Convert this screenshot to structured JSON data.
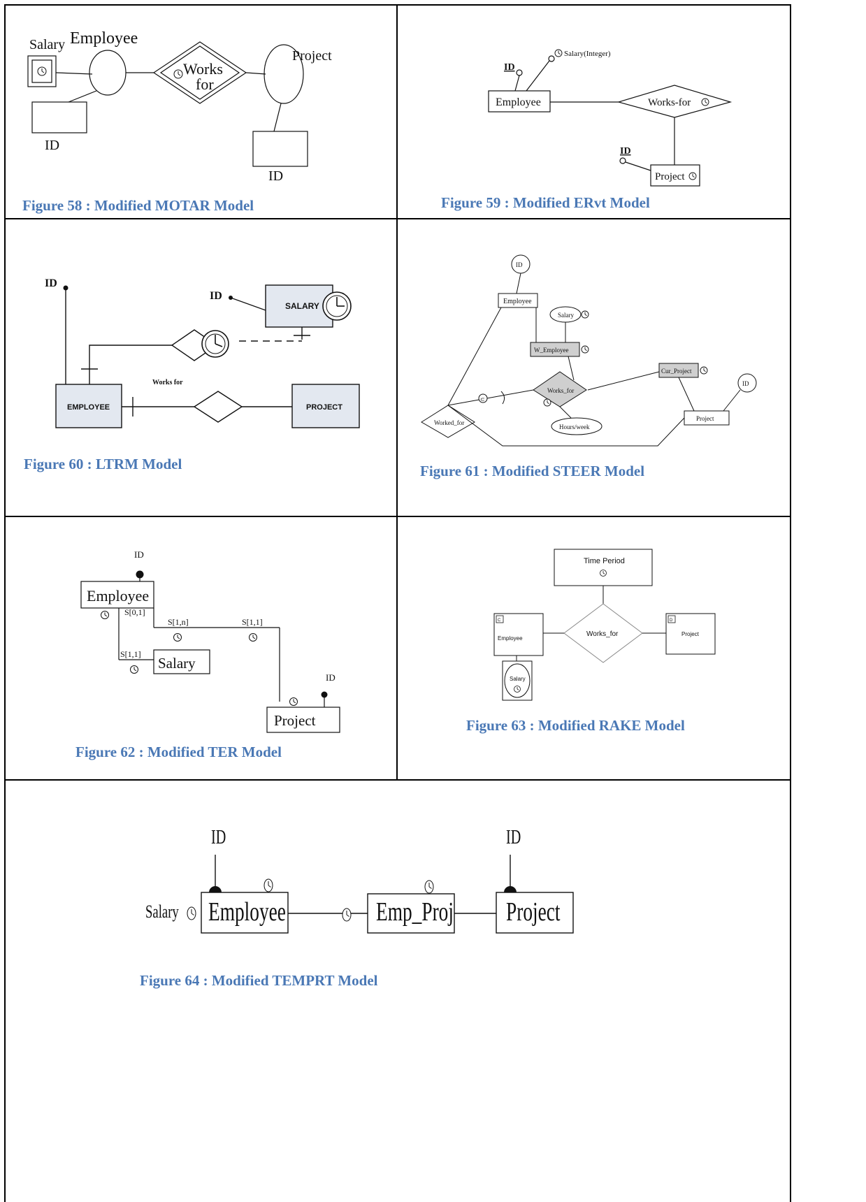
{
  "fig58": {
    "caption": "Figure 58 : Modified MOTAR Model",
    "salary": "Salary",
    "employee": "Employee",
    "works": "Works",
    "for": "for",
    "project": "Project",
    "id_left": "ID",
    "id_right": "ID"
  },
  "fig59": {
    "caption": "Figure 59 : Modified ERvt Model",
    "id_top": "ID",
    "salary": "Salary(Integer)",
    "employee": "Employee",
    "works_for": "Works-for",
    "id_bottom": "ID",
    "project": "Project"
  },
  "fig60": {
    "caption": "Figure 60 : LTRM Model",
    "id_left": "ID",
    "id_salary": "ID",
    "salary": "SALARY",
    "works_for": "Works for",
    "employee": "EMPLOYEE",
    "project": "PROJECT"
  },
  "fig61": {
    "caption": "Figure 61 : Modified STEER Model",
    "id_top": "ID",
    "employee": "Employee",
    "salary": "Salary",
    "w_employee": "W_Employee",
    "cur_project": "Cur_Project",
    "id_right": "ID",
    "works_for": "Works_for",
    "worked_for": "Worked_for",
    "circle_label": "⊂",
    "hours_week": "Hours/week",
    "project": "Project"
  },
  "fig62": {
    "caption": "Figure 62 : Modified TER Model",
    "id_top": "ID",
    "employee": "Employee",
    "s01": "S[0,1]",
    "s1n": "S[1,n]",
    "s11_top": "S[1,1]",
    "s11_salary": "S[1,1]",
    "salary": "Salary",
    "id_project": "ID",
    "project": "Project"
  },
  "fig63": {
    "caption": "Figure 63 : Modified RAKE Model",
    "time_period": "Time Period",
    "employee_tag": "C",
    "employee": "Employee",
    "works_for": "Works_for",
    "project_tag": "D",
    "project": "Project",
    "salary": "Salary"
  },
  "fig64": {
    "caption": "Figure 64 : Modified TEMPRT Model",
    "id_employee": "ID",
    "salary": "Salary",
    "employee": "Employee",
    "emp_proj": "Emp_Proj",
    "id_project": "ID",
    "project": "Project"
  },
  "colors": {
    "caption": "#4a78b5",
    "shade": "#e3e8f0",
    "grey": "#cfcfcf"
  }
}
